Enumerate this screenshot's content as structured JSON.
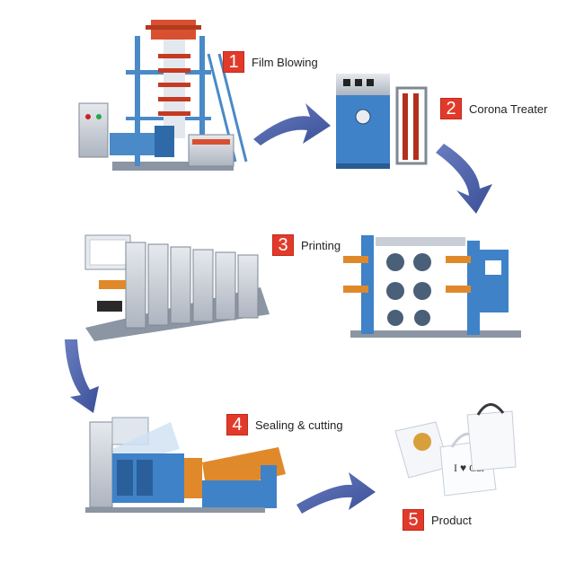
{
  "steps": [
    {
      "number": "1",
      "label": "Film Blowing"
    },
    {
      "number": "2",
      "label": "Corona Treater"
    },
    {
      "number": "3",
      "label": "Printing"
    },
    {
      "number": "4",
      "label": "Sealing & cutting"
    },
    {
      "number": "5",
      "label": "Product"
    }
  ],
  "colors": {
    "badge": "#e23a2a",
    "arrow": "#4a5fa8",
    "machine_blue": "#3f7fc0",
    "machine_gray": "#c9ced6",
    "accent_orange": "#e0892a"
  }
}
